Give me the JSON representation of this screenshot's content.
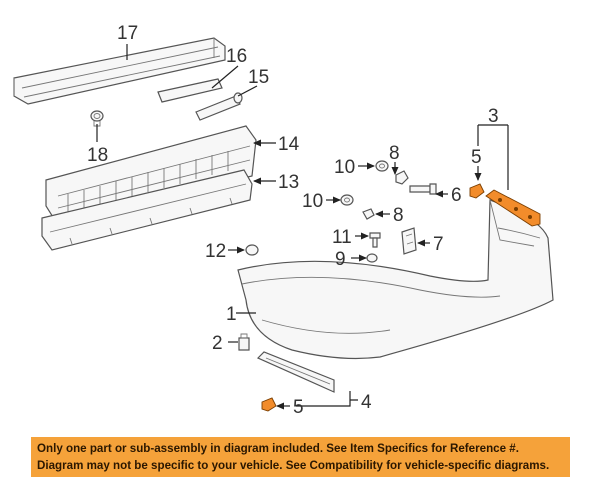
{
  "diagram": {
    "callouts": {
      "c1": "1",
      "c2": "2",
      "c3": "3",
      "c4": "4",
      "c5a": "5",
      "c5b": "5",
      "c6": "6",
      "c7": "7",
      "c8a": "8",
      "c8b": "8",
      "c9": "9",
      "c10a": "10",
      "c10b": "10",
      "c11": "11",
      "c12": "12",
      "c13": "13",
      "c14": "14",
      "c15": "15",
      "c16": "16",
      "c17": "17",
      "c18": "18"
    },
    "highlight_color": "#f28c2b"
  },
  "notice": {
    "line1": "Only one part or sub-assembly in diagram included. See Item Specifics for Reference #.",
    "line2": "Diagram may not be specific to your vehicle. See Compatibility for vehicle-specific diagrams.",
    "background_color": "#f5a23a"
  }
}
